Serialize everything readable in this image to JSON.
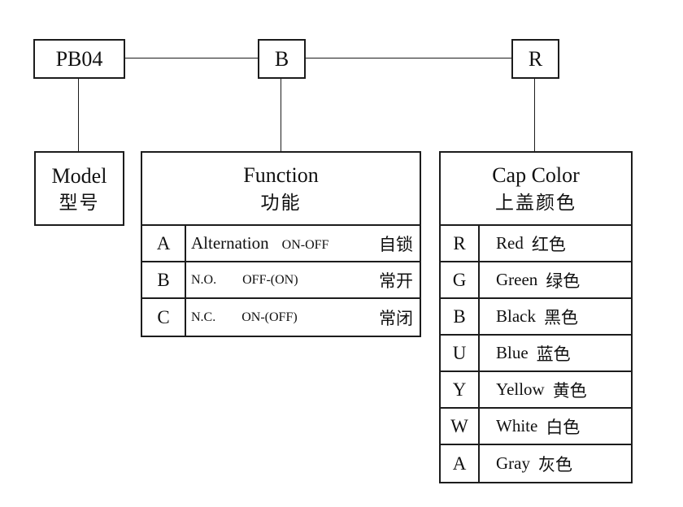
{
  "canvas": {
    "background": "#ffffff",
    "line_color": "#1c1c1c"
  },
  "code_boxes": [
    {
      "label": "PB04"
    },
    {
      "label": "B"
    },
    {
      "label": "R"
    }
  ],
  "model_box": {
    "en": "Model",
    "zh": "型号"
  },
  "function_table": {
    "header_en": "Function",
    "header_zh": "功能",
    "rows": [
      {
        "code": "A",
        "en": "Alternation",
        "state": "ON-OFF",
        "zh": "自锁"
      },
      {
        "code": "B",
        "en": "N.O.",
        "state": "OFF-(ON)",
        "zh": "常开"
      },
      {
        "code": "C",
        "en": "N.C.",
        "state": "ON-(OFF)",
        "zh": "常闭"
      }
    ]
  },
  "cap_color_table": {
    "header_en": "Cap Color",
    "header_zh": "上盖颜色",
    "rows": [
      {
        "code": "R",
        "en": "Red",
        "zh": "红色"
      },
      {
        "code": "G",
        "en": "Green",
        "zh": "绿色"
      },
      {
        "code": "B",
        "en": "Black",
        "zh": "黑色"
      },
      {
        "code": "U",
        "en": "Blue",
        "zh": "蓝色"
      },
      {
        "code": "Y",
        "en": "Yellow",
        "zh": "黄色"
      },
      {
        "code": "W",
        "en": "White",
        "zh": "白色"
      },
      {
        "code": "A",
        "en": "Gray",
        "zh": "灰色"
      }
    ]
  }
}
